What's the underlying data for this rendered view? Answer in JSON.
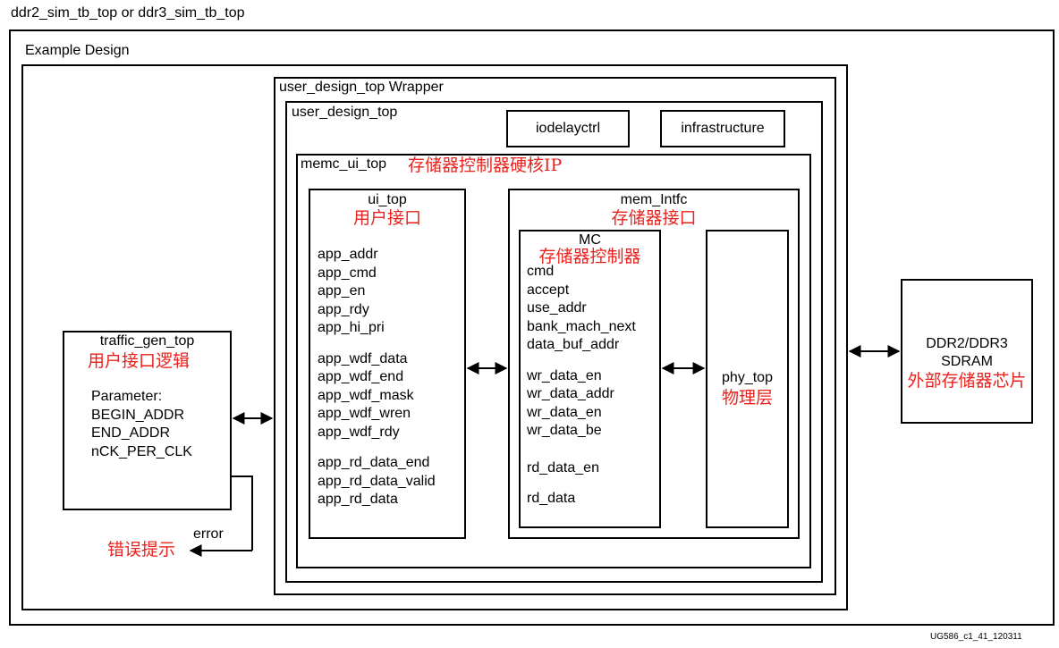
{
  "top_title": "ddr2_sim_tb_top or ddr3_sim_tb_top",
  "example_design": "Example Design",
  "wrapper": "user_design_top Wrapper",
  "user_design_top": "user_design_top",
  "iodelayctrl": "iodelayctrl",
  "infrastructure": "infrastructure",
  "memc_ui_top": {
    "label": "memc_ui_top",
    "cn": "存储器控制器硬核IP"
  },
  "ui_top": {
    "label": "ui_top",
    "cn": "用户接口",
    "signals_group1": [
      "app_addr",
      "app_cmd",
      "app_en",
      "app_rdy",
      "app_hi_pri"
    ],
    "signals_group2": [
      "app_wdf_data",
      "app_wdf_end",
      "app_wdf_mask",
      "app_wdf_wren",
      "app_wdf_rdy"
    ],
    "signals_group3": [
      "app_rd_data_end",
      "app_rd_data_valid",
      "app_rd_data"
    ]
  },
  "mem_intfc": {
    "label": "mem_Intfc",
    "cn": "存储器接口"
  },
  "mc": {
    "label": "MC",
    "cn": "存储器控制器",
    "signals_group1": [
      "cmd",
      "accept",
      "use_addr",
      "bank_mach_next",
      "data_buf_addr"
    ],
    "signals_group2": [
      "wr_data_en",
      "wr_data_addr",
      "wr_data_en",
      "wr_data_be"
    ],
    "signal_rd_en": "rd_data_en",
    "signal_rd_data": "rd_data"
  },
  "phy_top": {
    "label": "phy_top",
    "cn": "物理层"
  },
  "traffic_gen": {
    "label": "traffic_gen_top",
    "cn": "用户接口逻辑",
    "params": [
      "Parameter:",
      "BEGIN_ADDR",
      "END_ADDR",
      "nCK_PER_CLK"
    ]
  },
  "sdram": {
    "line1": "DDR2/DDR3",
    "line2": "SDRAM",
    "cn": "外部存储器芯片"
  },
  "error": {
    "label": "error",
    "cn": "错误提示"
  },
  "footer": "UG586_c1_41_120311"
}
